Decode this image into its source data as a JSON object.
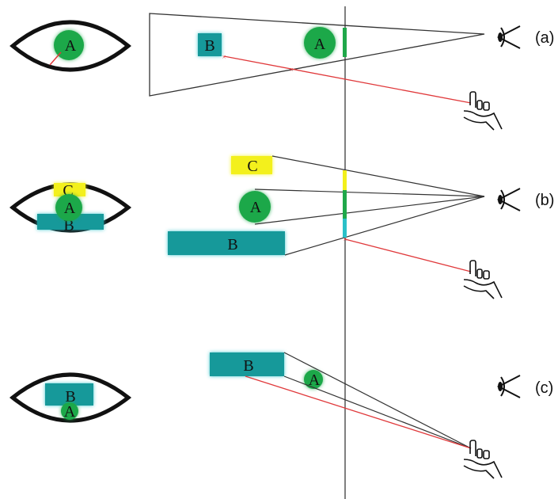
{
  "colors": {
    "green": "#1fa84a",
    "teal": "#12999a",
    "yellow": "#f3f01a",
    "ray": "#e0393b",
    "line": "#333333"
  },
  "objects": {
    "a": "A",
    "b": "B",
    "c": "C"
  },
  "panels": [
    {
      "label": "(a)"
    },
    {
      "label": "(b)"
    },
    {
      "label": "(c)"
    }
  ],
  "icons": [
    "eye-icon",
    "pointing-hand-icon"
  ]
}
